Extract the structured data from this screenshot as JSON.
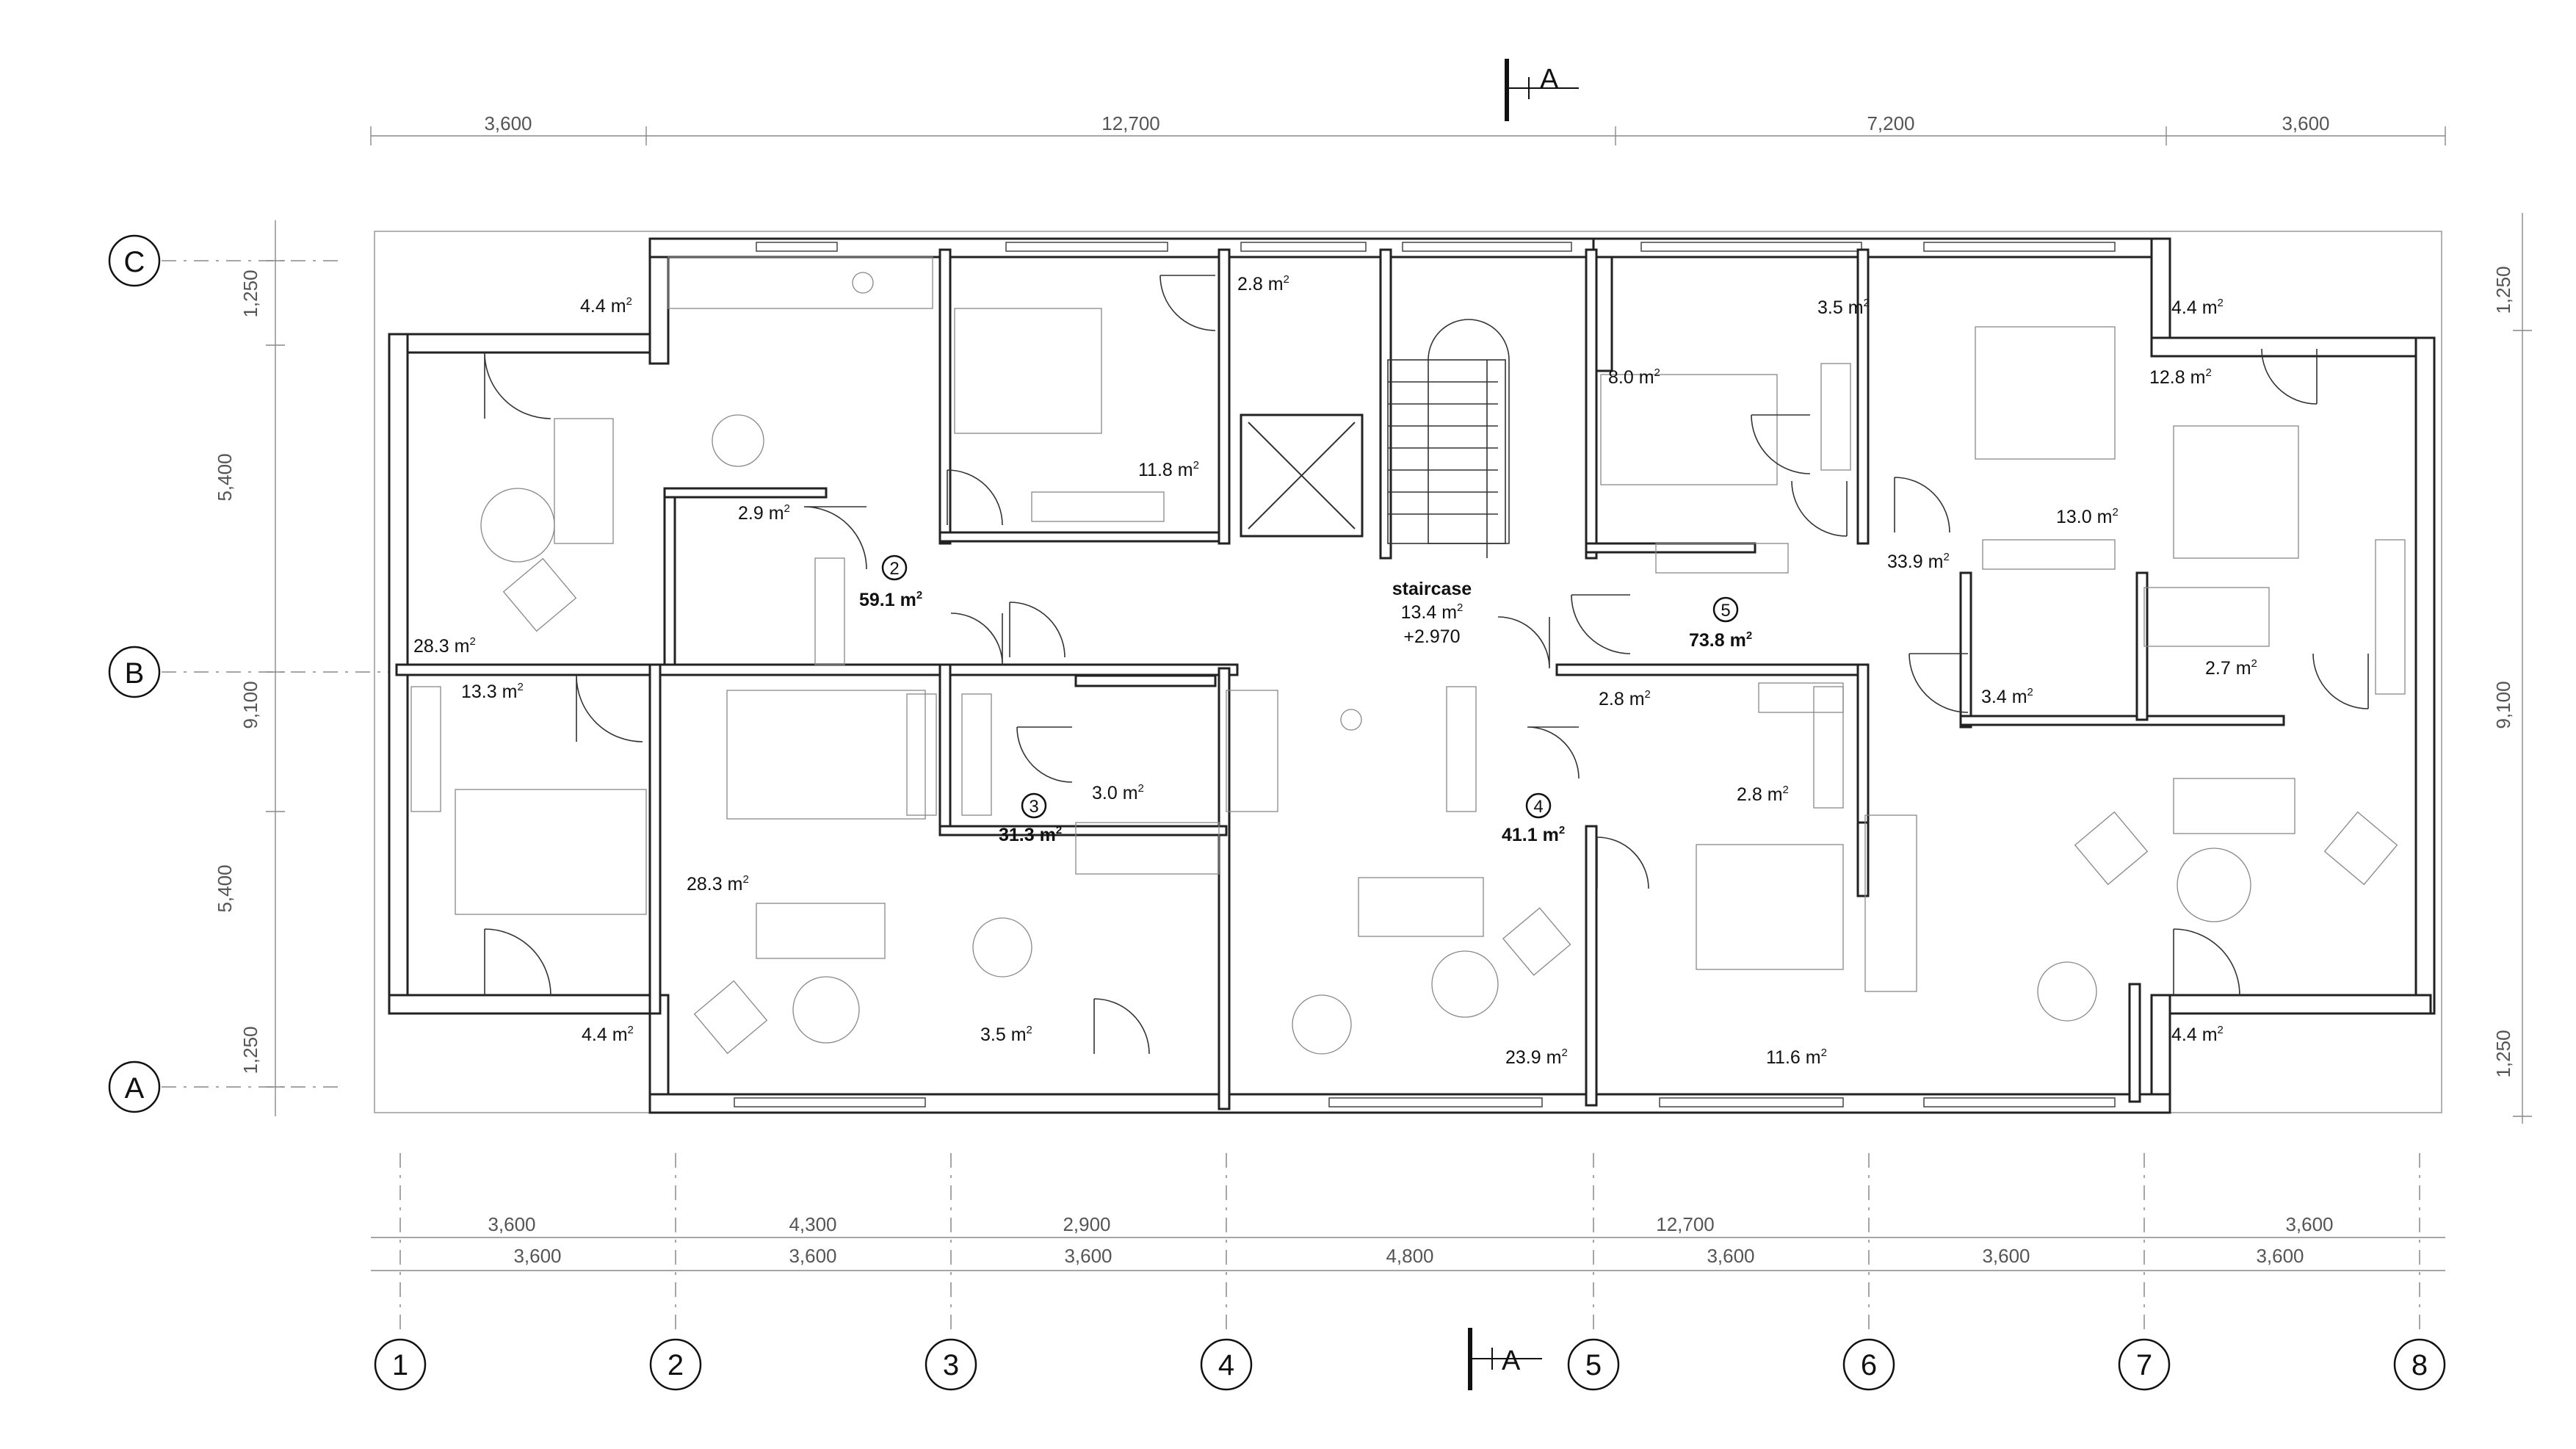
{
  "section_marker": {
    "label": "A"
  },
  "grid_rows": [
    {
      "label": "C"
    },
    {
      "label": "B"
    },
    {
      "label": "A"
    }
  ],
  "grid_columns": [
    {
      "label": "1"
    },
    {
      "label": "2"
    },
    {
      "label": "3"
    },
    {
      "label": "4"
    },
    {
      "label": "5"
    },
    {
      "label": "6"
    },
    {
      "label": "7"
    },
    {
      "label": "8"
    }
  ],
  "top_dimensions": [
    "3,600",
    "12,700",
    "7,200",
    "3,600"
  ],
  "bottom_dimensions_row1": [
    "3,600",
    "4,300",
    "2,900",
    "12,700",
    "3,600"
  ],
  "bottom_dimensions_row2": [
    "3,600",
    "3,600",
    "3,600",
    "4,800",
    "3,600",
    "3,600",
    "3,600"
  ],
  "left_dimensions": [
    "1,250",
    "5,400",
    "9,100",
    "5,400",
    "1,250"
  ],
  "right_dimensions": [
    "1,250",
    "9,100",
    "1,250"
  ],
  "area_unit": "m",
  "rooms": [
    {
      "value": "4.4"
    },
    {
      "value": "2.8"
    },
    {
      "value": "11.8"
    },
    {
      "value": "2.9"
    },
    {
      "value": "28.3"
    },
    {
      "value": "13.3"
    },
    {
      "value": "28.3"
    },
    {
      "value": "3.0"
    },
    {
      "value": "4.4"
    },
    {
      "value": "3.5"
    },
    {
      "value": "23.9"
    },
    {
      "value": "3.5"
    },
    {
      "value": "8.0"
    },
    {
      "value": "4.4"
    },
    {
      "value": "12.8"
    },
    {
      "value": "13.0"
    },
    {
      "value": "33.9"
    },
    {
      "value": "3.4"
    },
    {
      "value": "2.7"
    },
    {
      "value": "2.8"
    },
    {
      "value": "2.8"
    },
    {
      "value": "11.6"
    },
    {
      "value": "4.4"
    }
  ],
  "apartments": [
    {
      "number": "2",
      "area": "59.1"
    },
    {
      "number": "3",
      "area": "31.3"
    },
    {
      "number": "4",
      "area": "41.1"
    },
    {
      "number": "5",
      "area": "73.8"
    }
  ],
  "staircase": {
    "name": "staircase",
    "area": "13.4",
    "level": "+2.970"
  }
}
